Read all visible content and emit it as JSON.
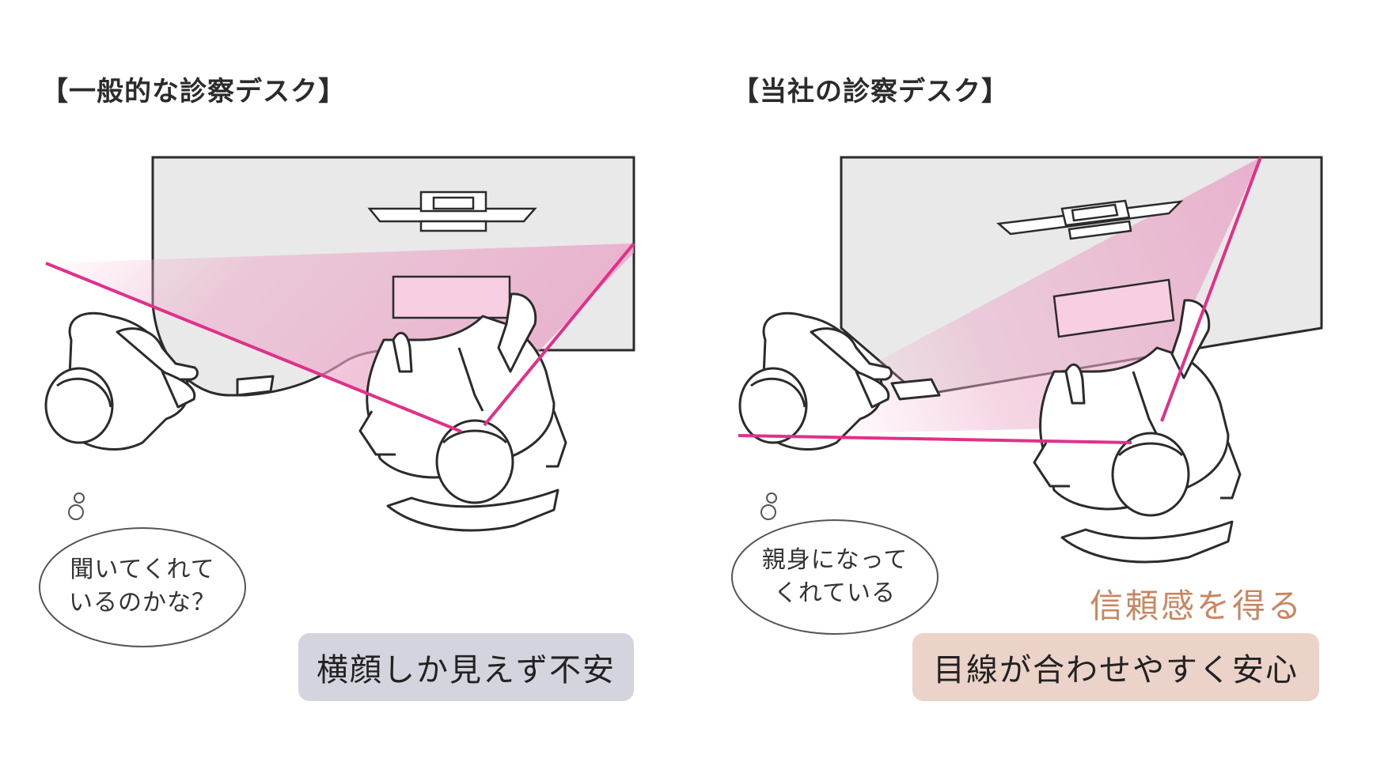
{
  "left": {
    "title": "【一般的な診察デスク】",
    "bubble_line1": "聞いてくれて",
    "bubble_line2": "いるのかな？",
    "caption": "横顔しか見えず不安",
    "caption_bg": "#d4d4de"
  },
  "right": {
    "title": "【当社の診察デスク】",
    "bubble_line1": "親身になって",
    "bubble_line2": "くれている",
    "accent_text": "信頼感を得る",
    "accent_color": "#c98660",
    "caption": "目線が合わせやすく安心",
    "caption_bg": "#ebd3ca"
  },
  "colors": {
    "sightline": "#e0308a",
    "desk_fill": "#e9e9e9",
    "outline": "#2b2b2b"
  }
}
